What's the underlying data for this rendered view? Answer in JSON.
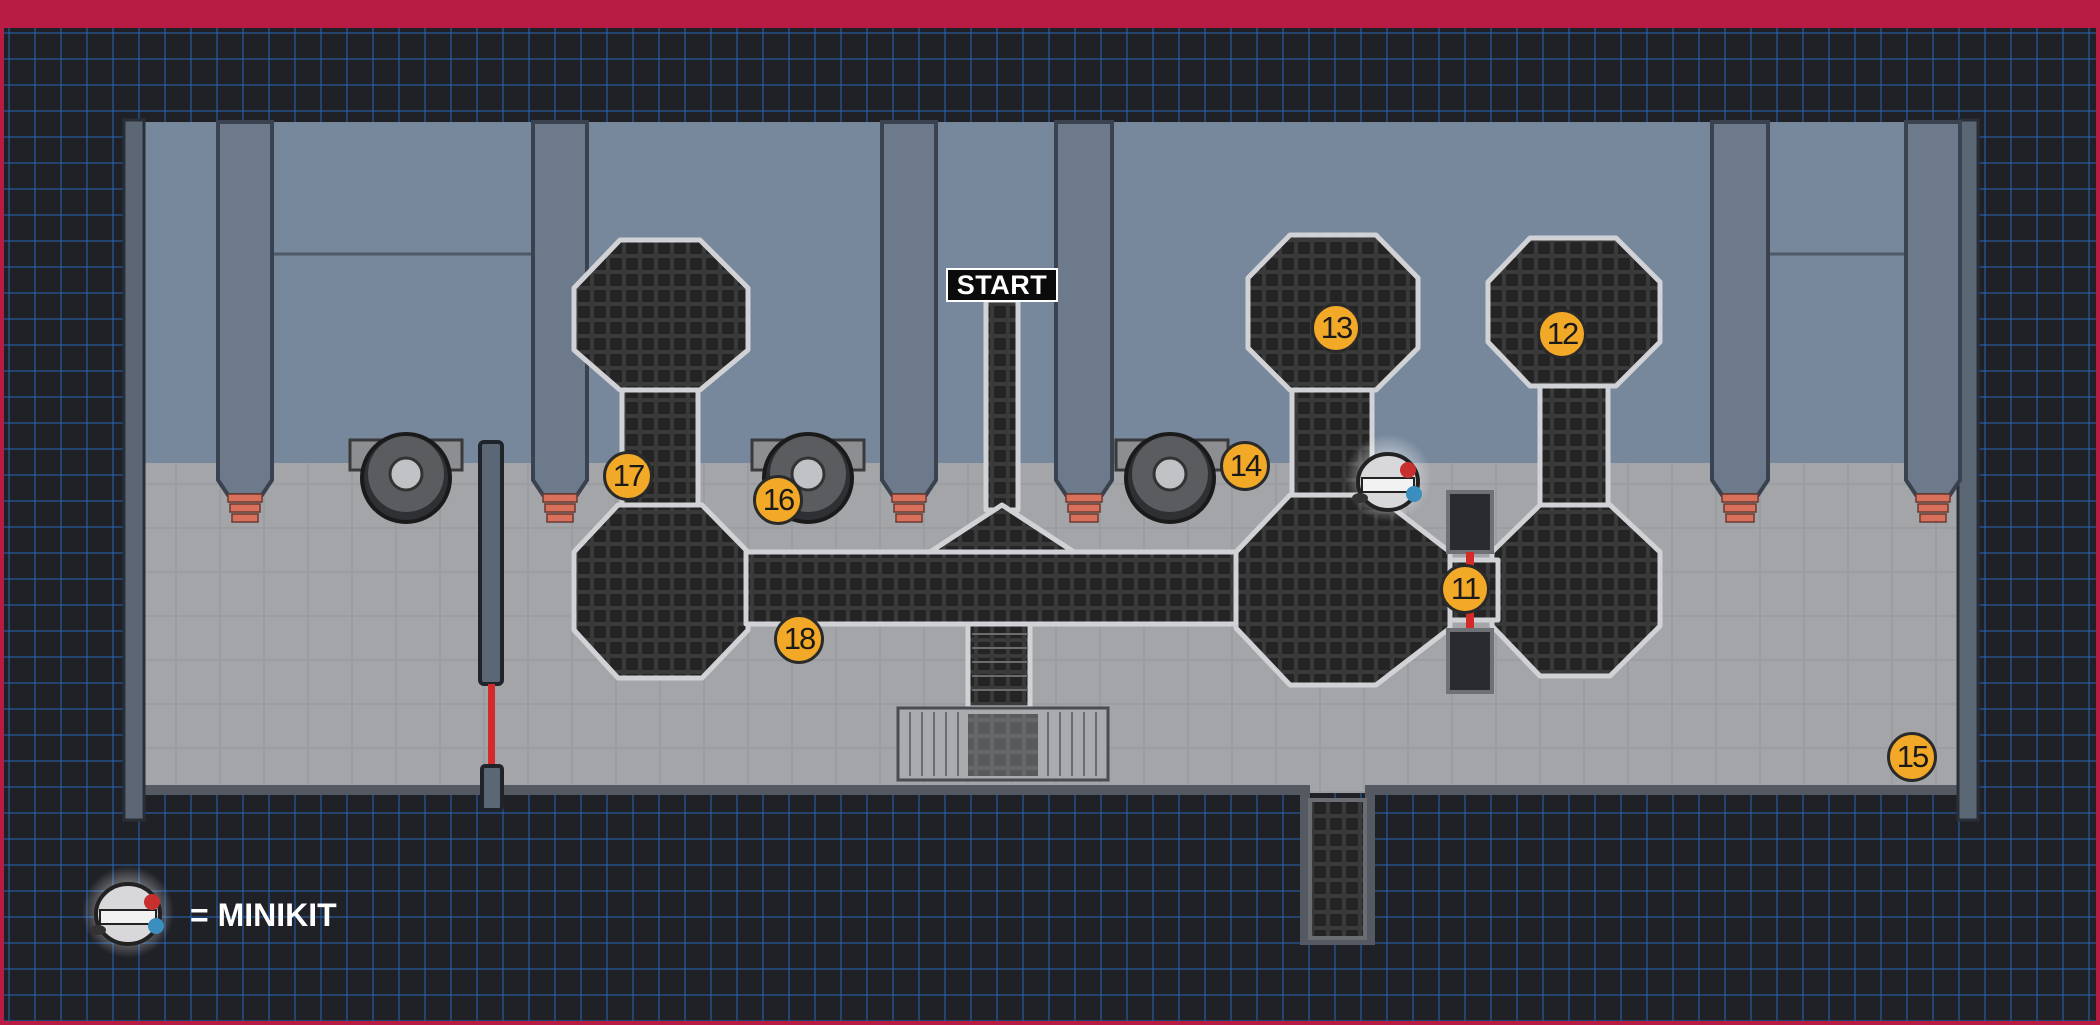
{
  "map": {
    "start_label": "START",
    "markers": {
      "m11": "11",
      "m12": "12",
      "m13": "13",
      "m14": "14",
      "m15": "15",
      "m16": "16",
      "m17": "17",
      "m18": "18"
    },
    "collectible_icon": "minikit-icon",
    "legend": {
      "icon": "minikit-icon",
      "label": "= MINIKIT"
    }
  },
  "colors": {
    "frame": "#b81c44",
    "grid": "#2a6ec8",
    "wall": "#77889c",
    "floor": "#9a9ca0",
    "grate": "#2b2b2b",
    "marker": "#f3a928",
    "laser": "#d42a2a"
  }
}
